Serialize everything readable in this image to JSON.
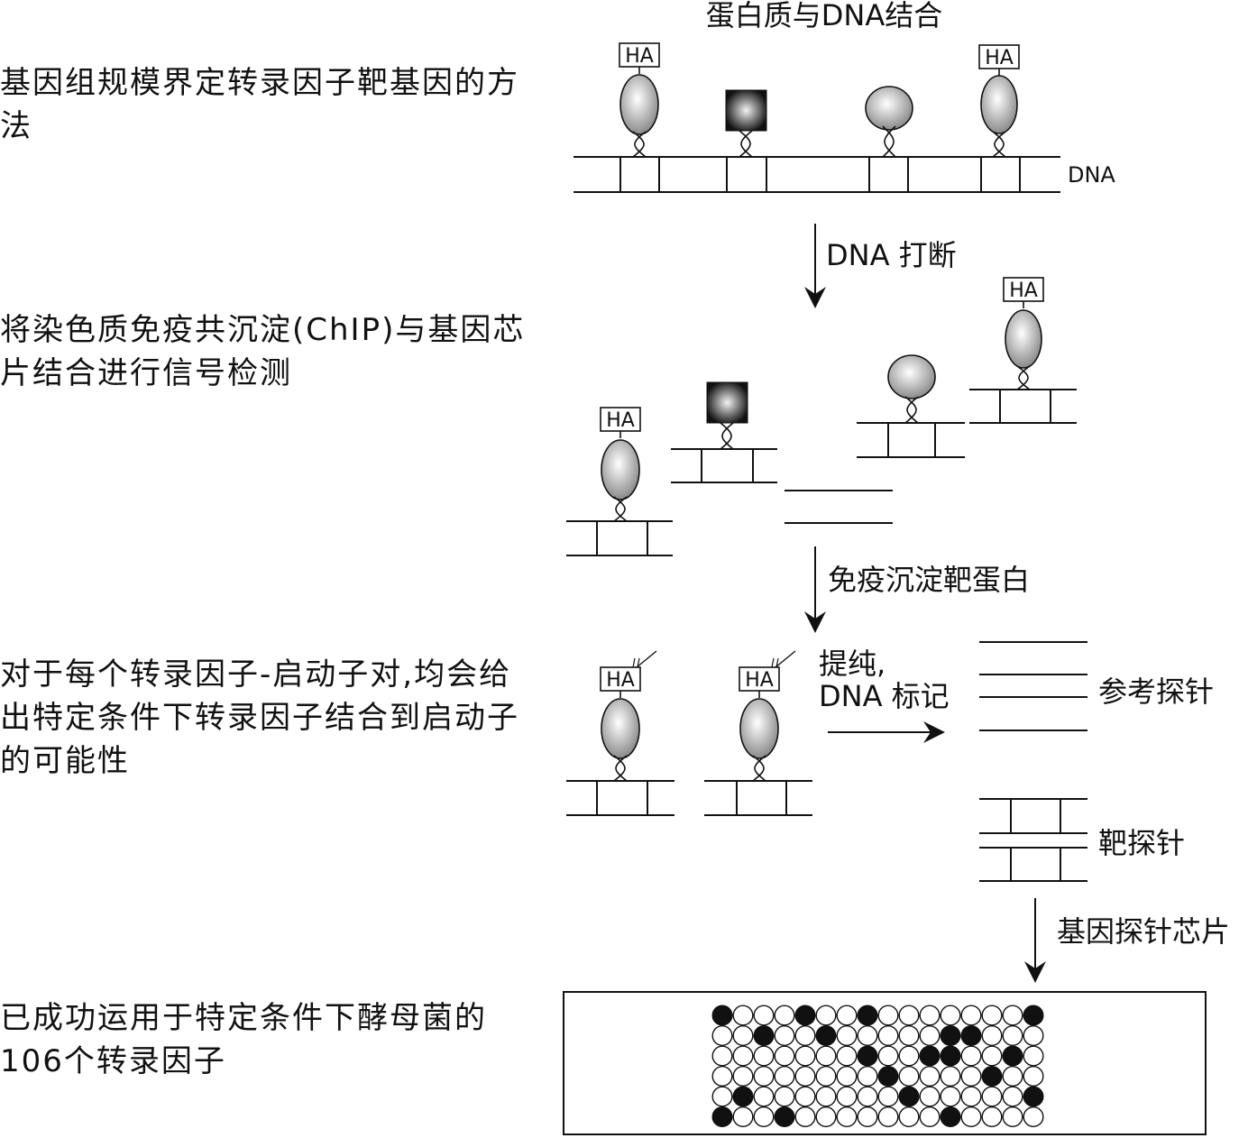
{
  "left_notes": [
    "基因组规模界定转录因子靶基因的方法",
    "将染色质免疫共沉淀(ChIP)与基因芯片结合进行信号检测",
    "对于每个转录因子-启动子对,均会给出特定条件下转录因子结合到启动子的可能性",
    "已成功运用于特定条件下酵母菌的106个转录因子"
  ],
  "steps": {
    "title": "蛋白质与DNA结合",
    "dna_label": "DNA",
    "shear": "DNA 打断",
    "ip": "免疫沉淀靶蛋白",
    "purify_line1": "提纯,",
    "purify_line2": "DNA 标记",
    "reference_probe": "参考探针",
    "target_probe": "靶探针",
    "microarray": "基因探针芯片"
  },
  "tag_label": "HA",
  "microarray_grid": {
    "rows": 6,
    "cols": 16,
    "filled": [
      [
        0,
        0
      ],
      [
        0,
        4
      ],
      [
        0,
        7
      ],
      [
        0,
        15
      ],
      [
        1,
        2
      ],
      [
        1,
        5
      ],
      [
        1,
        11
      ],
      [
        1,
        12
      ],
      [
        2,
        7
      ],
      [
        2,
        10
      ],
      [
        2,
        11
      ],
      [
        2,
        14
      ],
      [
        3,
        8
      ],
      [
        3,
        13
      ],
      [
        4,
        1
      ],
      [
        4,
        9
      ],
      [
        4,
        15
      ],
      [
        5,
        0
      ],
      [
        5,
        3
      ],
      [
        5,
        11
      ]
    ]
  }
}
